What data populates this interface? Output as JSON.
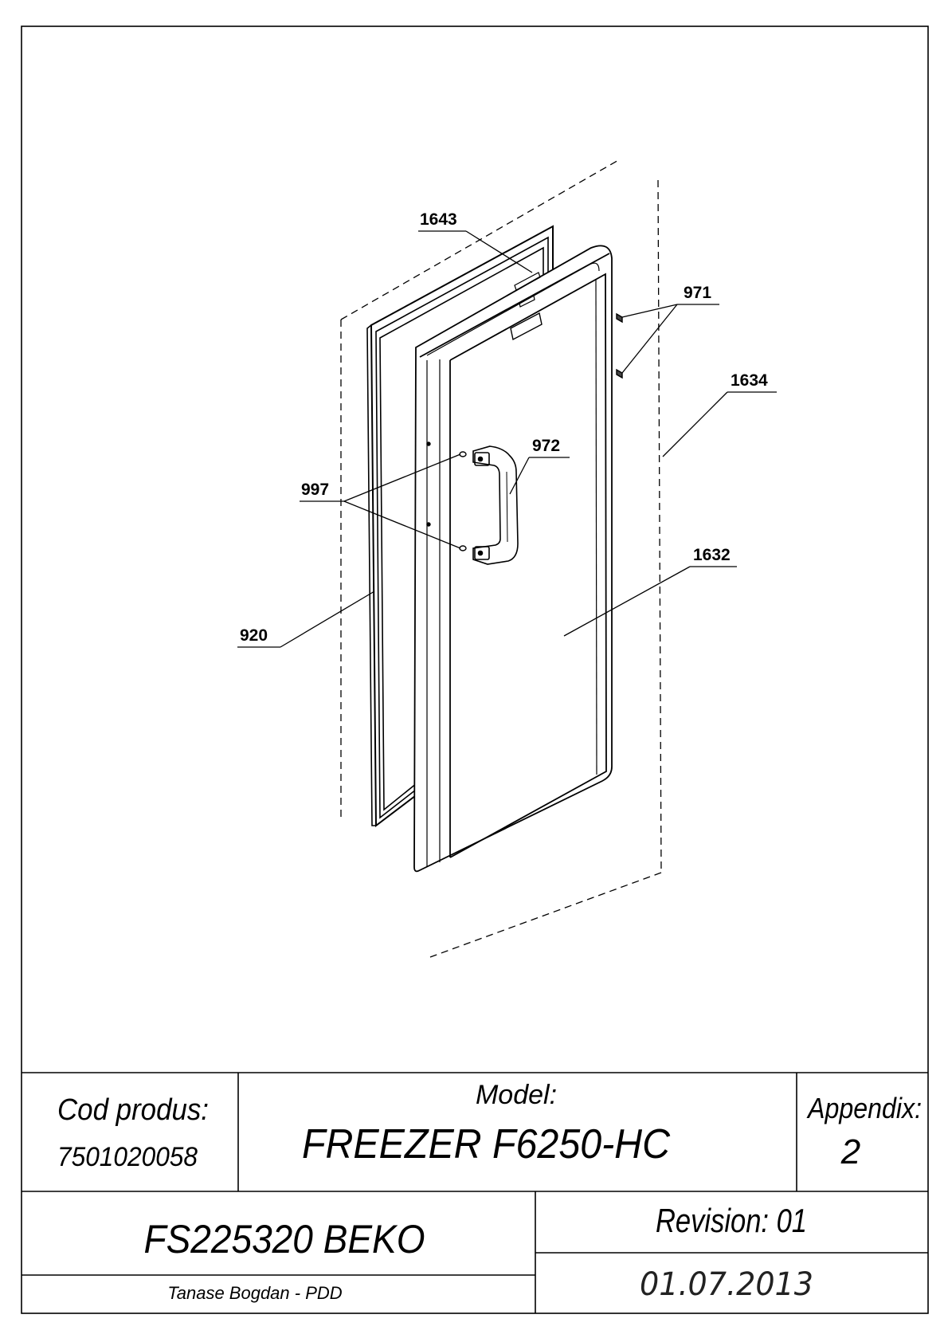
{
  "callouts": {
    "c1643": "1643",
    "c971": "971",
    "c1634": "1634",
    "c972": "972",
    "c997": "997",
    "c1632": "1632",
    "c920": "920"
  },
  "title_block": {
    "cod_produs_label": "Cod produs:",
    "cod_produs_value": "7501020058",
    "model_label": "Model:",
    "model_value": "FREEZER F6250-HC",
    "appendix_label": "Appendix:",
    "appendix_value": "2",
    "product_code": "FS225320 BEKO",
    "revision": "Revision: 01",
    "author": "Tanase Bogdan - PDD",
    "date": "01.07.2013"
  }
}
